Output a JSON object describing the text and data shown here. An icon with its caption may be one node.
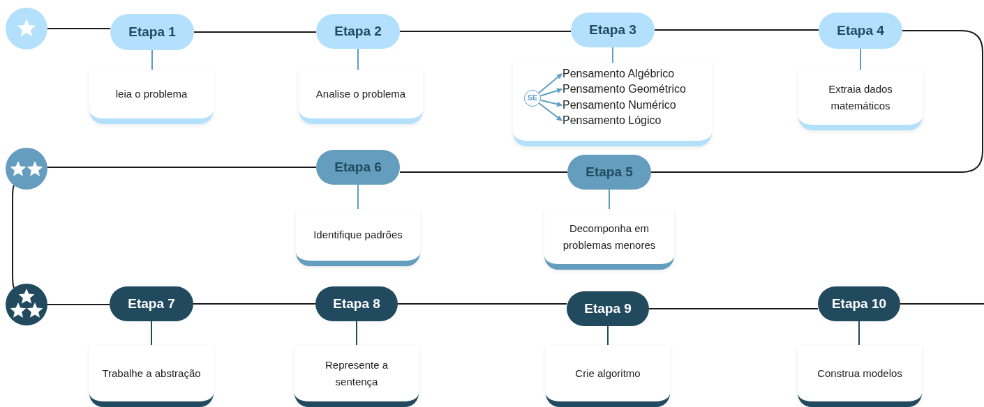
{
  "diagram": {
    "nodes": [
      {
        "text": [],
        "shape": "circle"
      },
      {
        "text": [
          "Etapa 1"
        ]
      },
      {
        "text": [
          "leia o problema"
        ]
      },
      {
        "text": [
          "Etapa 2"
        ]
      },
      {
        "text": [
          "Analise o problema"
        ]
      },
      {
        "text": [
          "Etapa 3"
        ]
      },
      {
        "text": [],
        "shape": "box"
      },
      {
        "text": [
          "SE"
        ],
        "in": 6
      },
      {
        "text": [
          "Pensamento Algébrico"
        ],
        "in": 6
      },
      {
        "text": [
          "Pensamento Geométrico"
        ],
        "in": 6
      },
      {
        "text": [
          "Pensamento Numérico"
        ],
        "in": 6
      },
      {
        "text": [
          "Pensamento Lógico"
        ],
        "in": 6
      },
      {
        "text": [
          "Etapa 4"
        ]
      },
      {
        "text": [
          "Extraia dados matemáticos"
        ]
      },
      {
        "text": [],
        "shape": "circle"
      },
      {
        "text": [
          "Etapa 6"
        ]
      },
      {
        "text": [
          "Identifique padrões"
        ]
      },
      {
        "text": [
          "Etapa 5"
        ]
      },
      {
        "text": [
          "Decomponha em problemas menores"
        ]
      },
      {
        "text": [],
        "shape": "circle"
      },
      {
        "text": [
          "Etapa 7"
        ]
      },
      {
        "text": [
          "Trabalhe a abstração"
        ]
      },
      {
        "text": [
          "Etapa 8"
        ]
      },
      {
        "text": [
          "Represente a sentença"
        ]
      },
      {
        "text": [
          "Etapa 9"
        ]
      },
      {
        "text": [
          "Crie algoritmo"
        ]
      },
      {
        "text": [
          "Etapa 10"
        ]
      },
      {
        "text": [
          "Construa modelos"
        ]
      }
    ],
    "edges": [
      {
        "from": 0,
        "to": 1,
        "arrow": "none"
      },
      {
        "from": 1,
        "to": 3,
        "arrow": "none"
      },
      {
        "from": 3,
        "to": 5,
        "arrow": "none"
      },
      {
        "from": 5,
        "to": 12,
        "arrow": "none"
      },
      {
        "from": 12,
        "to": 17,
        "arrow": "none"
      },
      {
        "from": 17,
        "to": 15,
        "arrow": "none"
      },
      {
        "from": 15,
        "to": 14,
        "arrow": "none"
      },
      {
        "from": 14,
        "to": 19,
        "arrow": "none"
      },
      {
        "from": 19,
        "to": 20,
        "arrow": "none"
      },
      {
        "from": 20,
        "to": 22,
        "arrow": "none"
      },
      {
        "from": 22,
        "to": 24,
        "arrow": "none"
      },
      {
        "from": 24,
        "to": 26,
        "arrow": "none"
      },
      {
        "from": 26,
        "to": null,
        "arrow": "none"
      },
      {
        "from": 1,
        "to": 2,
        "arrow": "none",
        "color": "#5e9ec4"
      },
      {
        "from": 3,
        "to": 4,
        "arrow": "none",
        "color": "#5e9ec4"
      },
      {
        "from": 5,
        "to": 6,
        "arrow": "none",
        "color": "#5e9ec4"
      },
      {
        "from": 12,
        "to": 13,
        "arrow": "none",
        "color": "#5e9ec4"
      },
      {
        "from": 7,
        "to": 8,
        "arrow": "to",
        "color": "#5e9ec4"
      },
      {
        "from": 7,
        "to": 9,
        "arrow": "to",
        "color": "#5e9ec4"
      },
      {
        "from": 7,
        "to": 10,
        "arrow": "to",
        "color": "#5e9ec4"
      },
      {
        "from": 7,
        "to": 11,
        "arrow": "to",
        "color": "#5e9ec4"
      },
      {
        "from": 15,
        "to": 16,
        "arrow": "none",
        "color": "#649dbd"
      },
      {
        "from": 17,
        "to": 18,
        "arrow": "none",
        "color": "#649dbd"
      },
      {
        "from": 20,
        "to": 21,
        "arrow": "none",
        "color": "#224a5f"
      },
      {
        "from": 22,
        "to": 23,
        "arrow": "none",
        "color": "#224a5f"
      },
      {
        "from": 24,
        "to": 25,
        "arrow": "none",
        "color": "#224a5f"
      },
      {
        "from": 26,
        "to": 27,
        "arrow": "none",
        "color": "#224a5f"
      }
    ]
  }
}
